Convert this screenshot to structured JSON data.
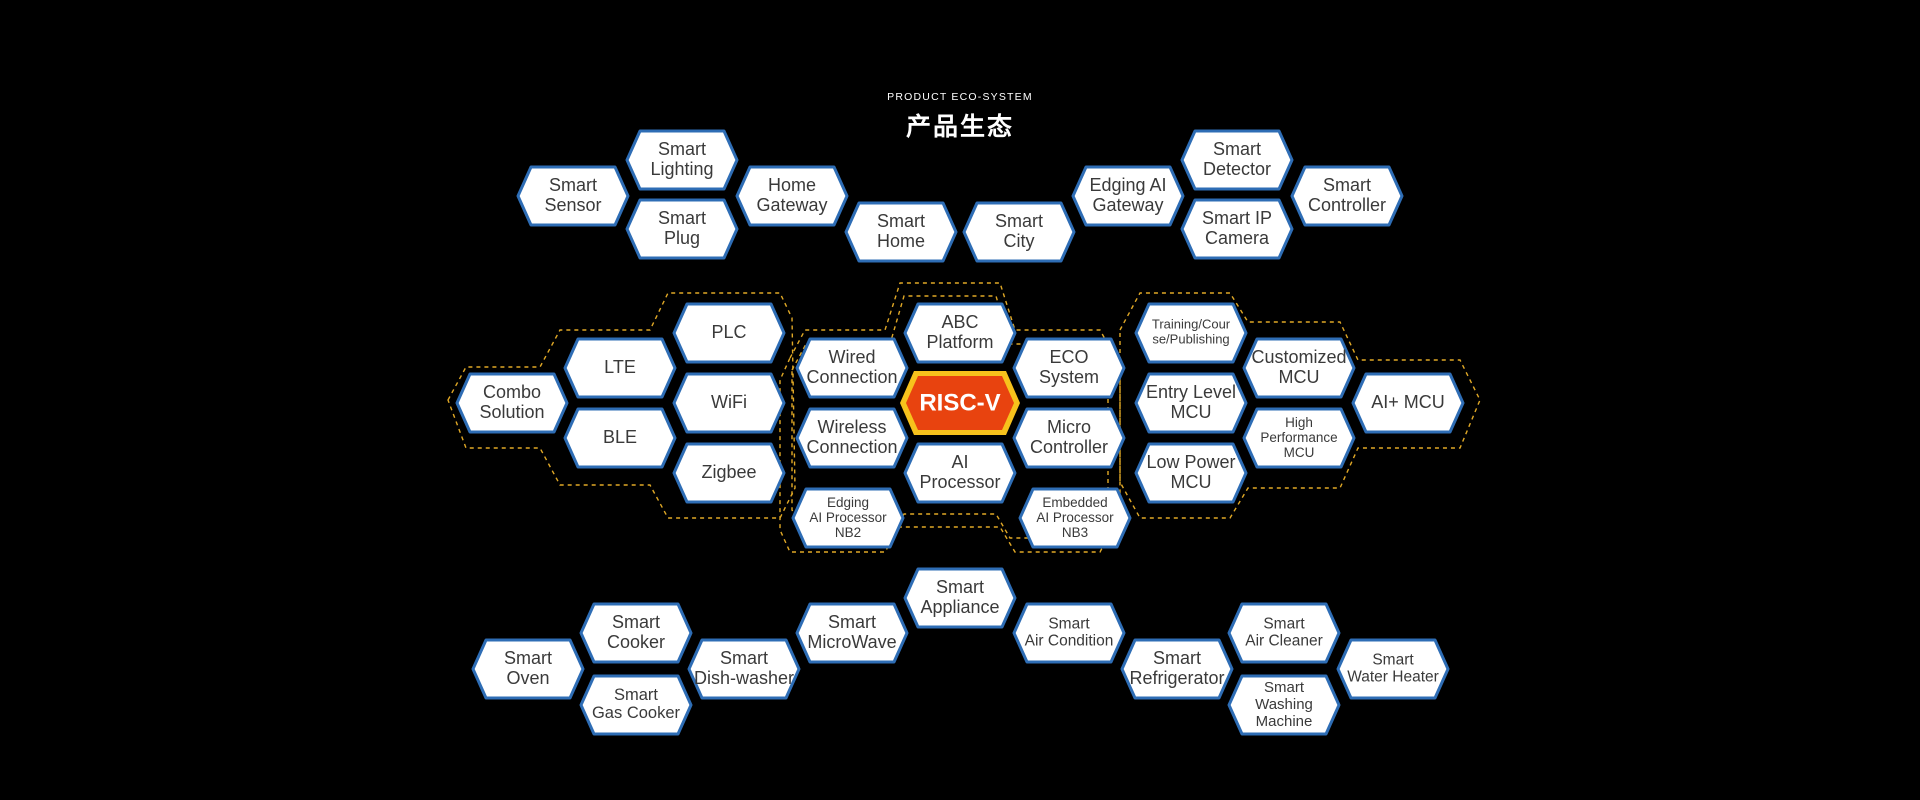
{
  "header": {
    "subtitle": "PRODUCT ECO-SYSTEM",
    "title": "产品生态"
  },
  "core": {
    "label": "RISC-V",
    "fill_color": "#e8430f",
    "border_color": "#f7c21c"
  },
  "colors": {
    "background": "#000000",
    "hex_fill": "#ffffff",
    "hex_border": "#2e6db5",
    "hex_text": "#3a3a3a",
    "dashed_outline": "#e0a826"
  },
  "smart_home_cluster": [
    {
      "id": "smart-lighting",
      "label": "Smart\nLighting"
    },
    {
      "id": "smart-sensor",
      "label": "Smart\nSensor"
    },
    {
      "id": "smart-plug",
      "label": "Smart\nPlug"
    },
    {
      "id": "home-gateway",
      "label": "Home\nGateway"
    },
    {
      "id": "smart-home",
      "label": "Smart\nHome"
    },
    {
      "id": "smart-city",
      "label": "Smart\nCity"
    },
    {
      "id": "edging-ai-gateway",
      "label": "Edging AI\nGateway"
    },
    {
      "id": "smart-detector",
      "label": "Smart\nDetector"
    },
    {
      "id": "smart-ip-camera",
      "label": "Smart IP\nCamera"
    },
    {
      "id": "smart-controller",
      "label": "Smart\nController"
    }
  ],
  "connectivity_cluster": [
    {
      "id": "plc",
      "label": "PLC"
    },
    {
      "id": "lte",
      "label": "LTE"
    },
    {
      "id": "wifi",
      "label": "WiFi"
    },
    {
      "id": "combo-solution",
      "label": "Combo\nSolution"
    },
    {
      "id": "ble",
      "label": "BLE"
    },
    {
      "id": "zigbee",
      "label": "Zigbee"
    }
  ],
  "core_cluster": [
    {
      "id": "abc-platform",
      "label": "ABC\nPlatform"
    },
    {
      "id": "wired-connection",
      "label": "Wired\nConnection"
    },
    {
      "id": "eco-system",
      "label": "ECO\nSystem"
    },
    {
      "id": "wireless-connection",
      "label": "Wireless\nConnection"
    },
    {
      "id": "micro-controller",
      "label": "Micro\nController"
    },
    {
      "id": "ai-processor",
      "label": "AI\nProcessor"
    },
    {
      "id": "edging-ai-processor-nb2",
      "label": "Edging\nAI Processor\nNB2"
    },
    {
      "id": "embedded-ai-processor-nb3",
      "label": "Embedded\nAI Processor\nNB3"
    }
  ],
  "mcu_cluster": [
    {
      "id": "training-course-publishing",
      "label": "Training/Cour\nse/Publishing"
    },
    {
      "id": "customized-mcu",
      "label": "Customized\nMCU"
    },
    {
      "id": "entry-level-mcu",
      "label": "Entry Level\nMCU"
    },
    {
      "id": "ai-plus-mcu",
      "label": "AI+ MCU"
    },
    {
      "id": "high-performance-mcu",
      "label": "High\nPerformance\nMCU"
    },
    {
      "id": "low-power-mcu",
      "label": "Low Power\nMCU"
    }
  ],
  "appliance_cluster": [
    {
      "id": "smart-appliance",
      "label": "Smart\nAppliance"
    },
    {
      "id": "smart-microwave",
      "label": "Smart\nMicroWave"
    },
    {
      "id": "smart-cooker",
      "label": "Smart\nCooker"
    },
    {
      "id": "smart-dish-washer",
      "label": "Smart\nDish-washer"
    },
    {
      "id": "smart-oven",
      "label": "Smart\nOven"
    },
    {
      "id": "smart-gas-cooker",
      "label": "Smart\nGas Cooker"
    },
    {
      "id": "smart-air-condition",
      "label": "Smart\nAir Condition"
    },
    {
      "id": "smart-refrigerator",
      "label": "Smart\nRefrigerator"
    },
    {
      "id": "smart-air-cleaner",
      "label": "Smart\nAir Cleaner"
    },
    {
      "id": "smart-washing-machine",
      "label": "Smart\nWashing\nMachine"
    },
    {
      "id": "smart-water-heater",
      "label": "Smart\nWater Heater"
    }
  ]
}
